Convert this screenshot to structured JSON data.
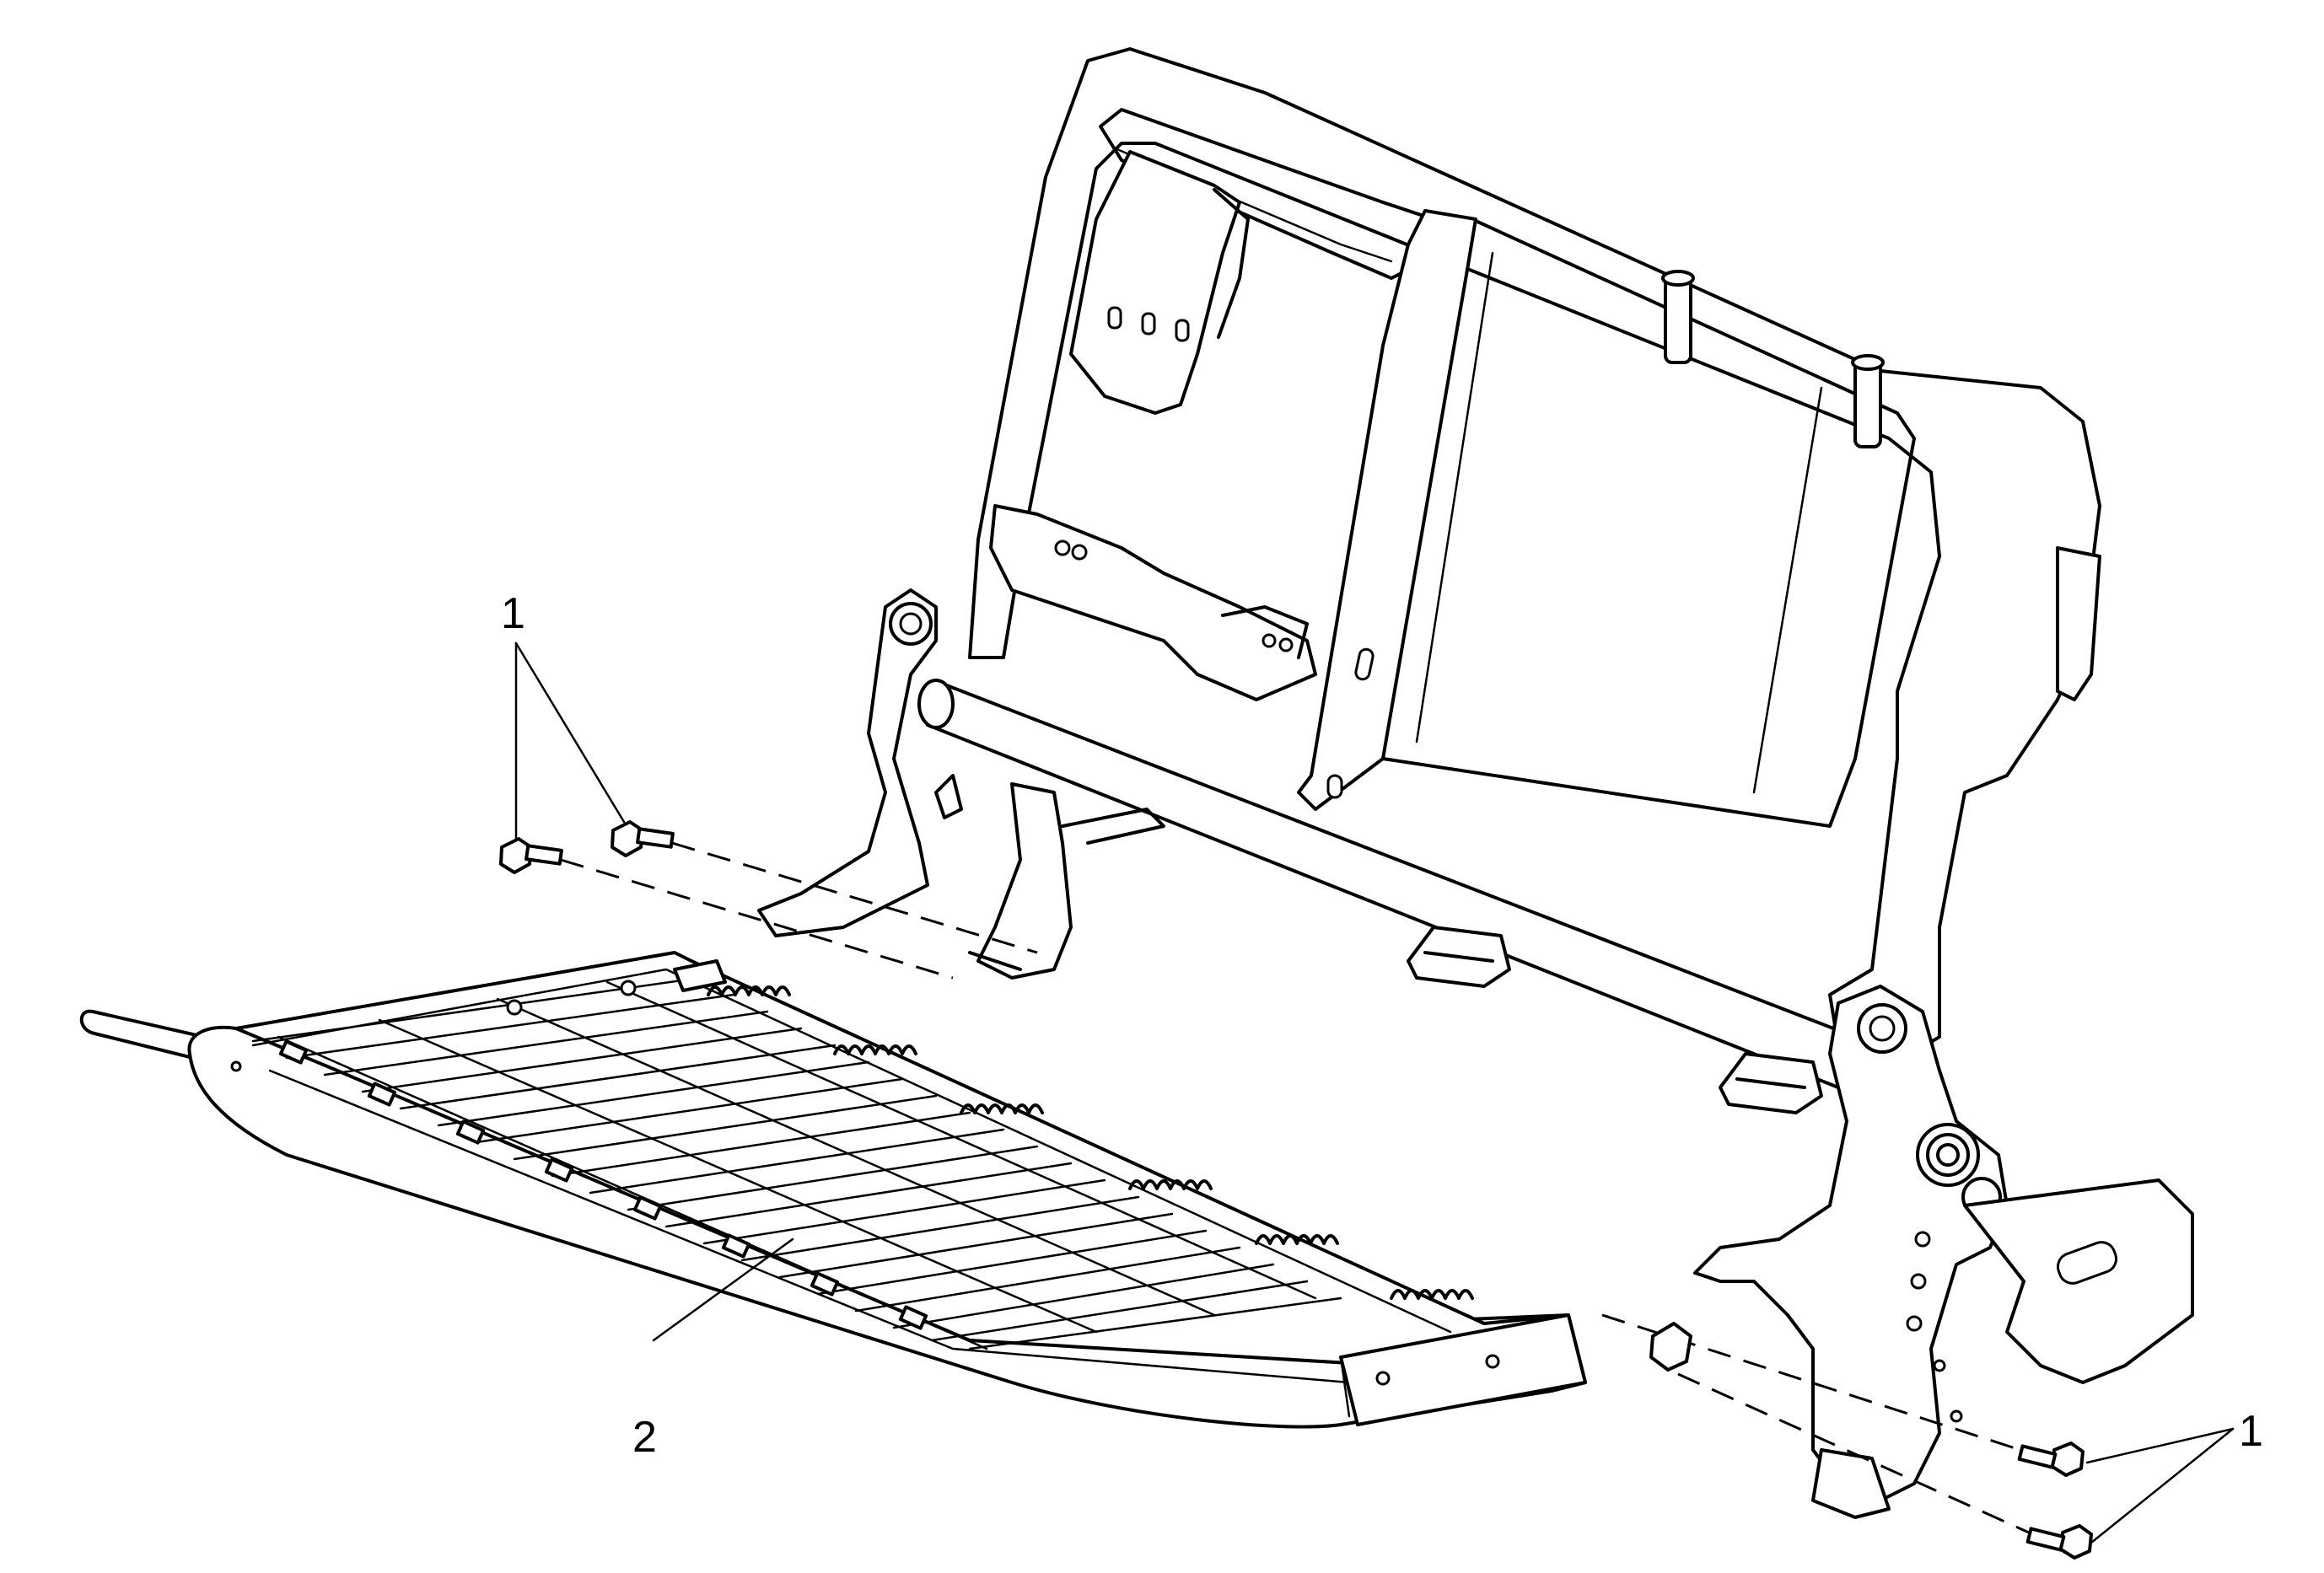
{
  "diagram": {
    "callouts": [
      {
        "id": "bolts-left",
        "label": "1"
      },
      {
        "id": "seat-cushion-frame",
        "label": "2"
      },
      {
        "id": "bolts-right",
        "label": "1"
      }
    ]
  }
}
